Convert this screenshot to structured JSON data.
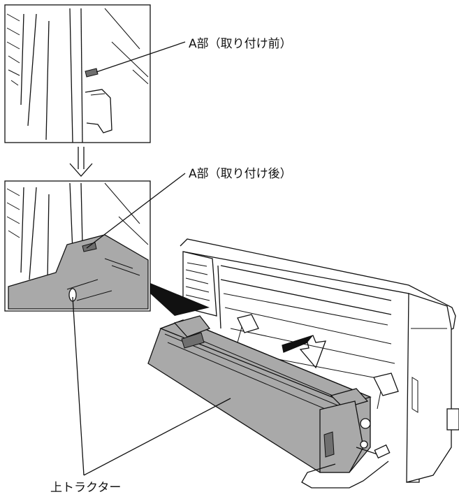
{
  "labels": {
    "part_a_before": "A部（取り付け前）",
    "part_a_after": "A部（取り付け後）",
    "upper_tractor": "上トラクター"
  }
}
